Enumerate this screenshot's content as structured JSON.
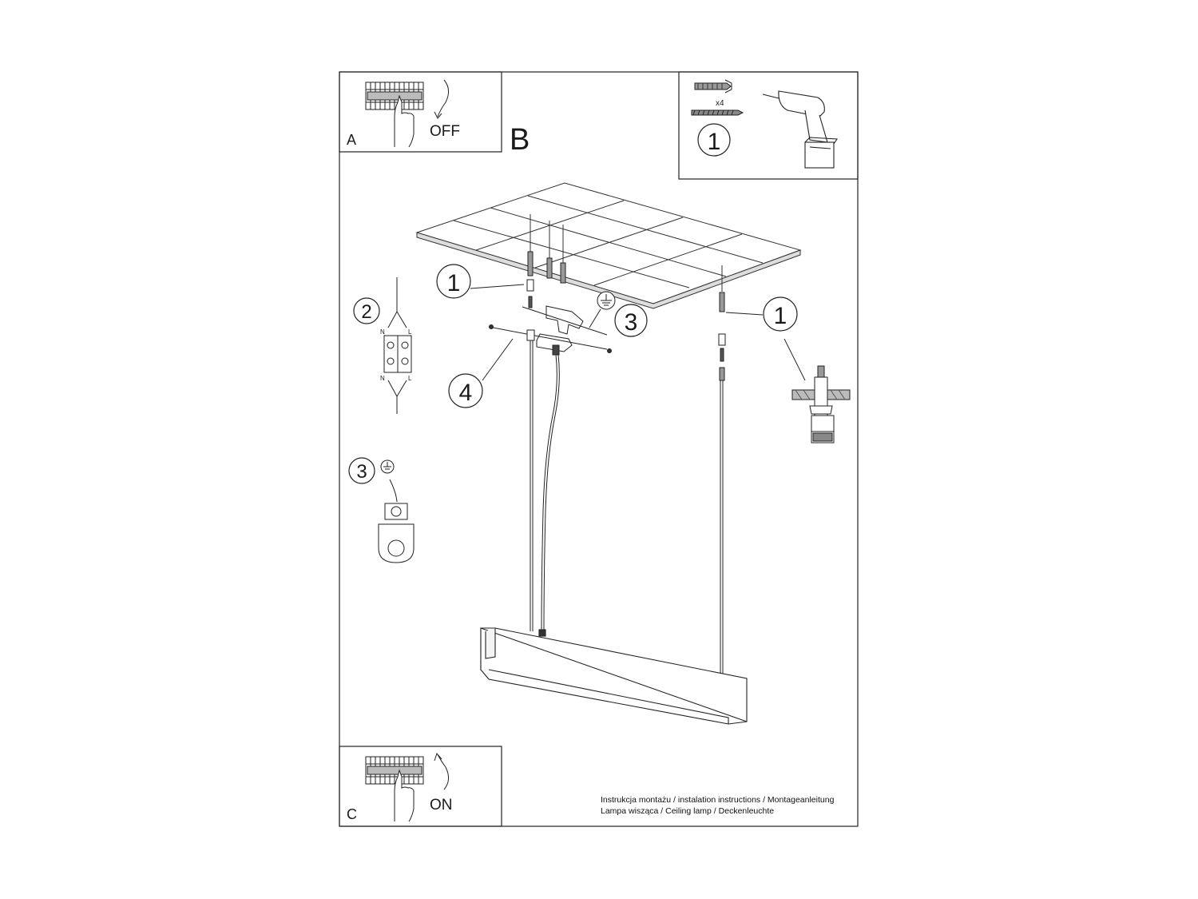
{
  "panels": {
    "a": {
      "letter": "A",
      "action": "OFF"
    },
    "b": {
      "letter": "B"
    },
    "c": {
      "letter": "C",
      "action": "ON"
    }
  },
  "tools": {
    "quantity": "x4",
    "step": "1"
  },
  "callouts": {
    "anchor_left": "1",
    "anchor_right": "1",
    "wiring": "2",
    "ground": "3",
    "ground_detail": "3",
    "cable_grip": "4"
  },
  "terminal": {
    "n": "N",
    "l": "L"
  },
  "caption": {
    "line1": "Instrukcja montażu / instalation instructions / Montageanleitung",
    "line2": "Lampa wisząca / Ceiling lamp / Deckenleuchte"
  },
  "icons": [
    "circuit-breaker-icon",
    "hand-icon",
    "arrow-down-icon",
    "arrow-up-icon",
    "drill-icon",
    "wall-plug-icon",
    "screw-icon",
    "ground-symbol-icon"
  ]
}
